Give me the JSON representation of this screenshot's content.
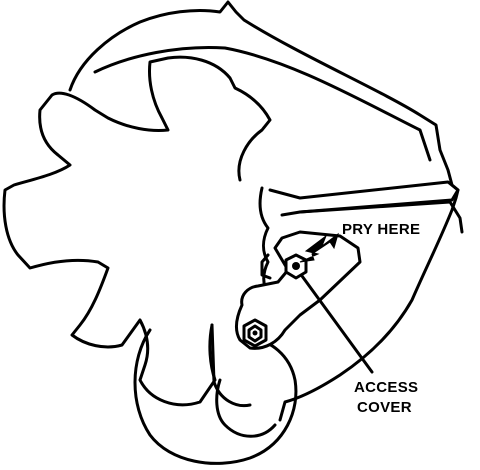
{
  "labels": {
    "pry_here": "PRY HERE",
    "access_cover_line1": "ACCESS",
    "access_cover_line2": "COVER"
  },
  "colors": {
    "ink": "#000000",
    "paper": "#ffffff"
  }
}
